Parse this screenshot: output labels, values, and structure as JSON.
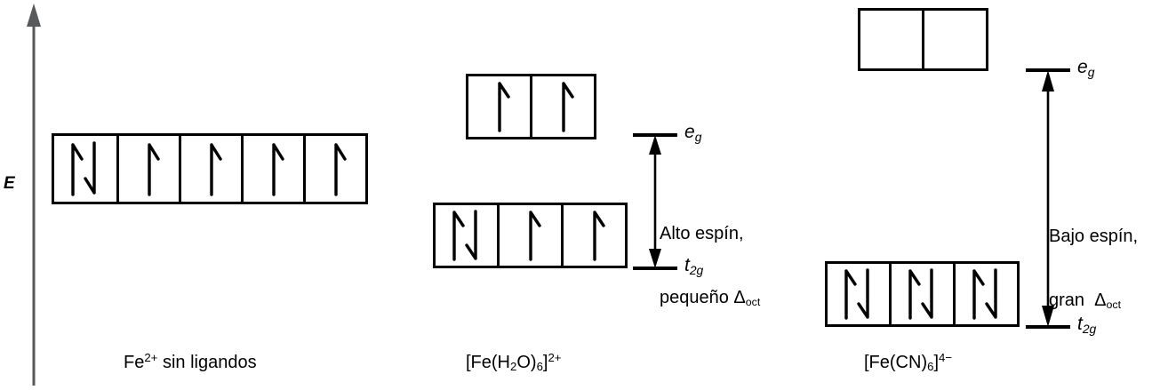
{
  "diagram": {
    "title_axis": "E",
    "axis_name": "energy-axis",
    "type": "crystal-field-splitting",
    "colors": {
      "stroke": "#000000",
      "axis": "#58595b",
      "background": "#ffffff"
    }
  },
  "panels": [
    {
      "id": "free-ion",
      "caption_parts": {
        "element": "Fe",
        "charge": "2+",
        "rest": " sin ligandos"
      },
      "caption_text": "Fe2+ sin ligandos",
      "levels": [
        {
          "name": "d-orbitals",
          "boxes": [
            {
              "occupancy": "paired"
            },
            {
              "occupancy": "single"
            },
            {
              "occupancy": "single"
            },
            {
              "occupancy": "single"
            },
            {
              "occupancy": "single"
            }
          ]
        }
      ],
      "has_splitting": false
    },
    {
      "id": "hexaaqua",
      "caption_parts": {
        "prefix": "[Fe(H",
        "sub1": "2",
        "mid": "O)",
        "sub2": "6",
        "suffix": "]",
        "charge": "2+"
      },
      "caption_text": "[Fe(H2O)6]2+",
      "levels": [
        {
          "name": "eg",
          "label": "e",
          "label_sub": "g",
          "boxes": [
            {
              "occupancy": "single"
            },
            {
              "occupancy": "single"
            }
          ]
        },
        {
          "name": "t2g",
          "label": "t",
          "label_sub": "2g",
          "boxes": [
            {
              "occupancy": "paired"
            },
            {
              "occupancy": "single"
            },
            {
              "occupancy": "single"
            }
          ]
        }
      ],
      "has_splitting": true,
      "splitting_note_line1": "Alto espín,",
      "splitting_note_line2_prefix": "pequeño ",
      "splitting_note_symbol": "Δ",
      "splitting_note_symbol_sub": "oct",
      "splitting_note_text": "Alto espín, pequeño Δoct"
    },
    {
      "id": "hexacyano",
      "caption_parts": {
        "prefix": "[Fe(CN)",
        "sub1": "6",
        "suffix": "]",
        "charge": "4−"
      },
      "caption_text": "[Fe(CN)6]4−",
      "levels": [
        {
          "name": "eg",
          "label": "e",
          "label_sub": "g",
          "boxes": [
            {
              "occupancy": "empty"
            },
            {
              "occupancy": "empty"
            }
          ]
        },
        {
          "name": "t2g",
          "label": "t",
          "label_sub": "2g",
          "boxes": [
            {
              "occupancy": "paired"
            },
            {
              "occupancy": "paired"
            },
            {
              "occupancy": "paired"
            }
          ]
        }
      ],
      "has_splitting": true,
      "splitting_note_line1": "Bajo espín,",
      "splitting_note_line2_prefix": "gran  ",
      "splitting_note_symbol": "Δ",
      "splitting_note_symbol_sub": "oct",
      "splitting_note_text": "Bajo espín, gran Δoct"
    }
  ]
}
